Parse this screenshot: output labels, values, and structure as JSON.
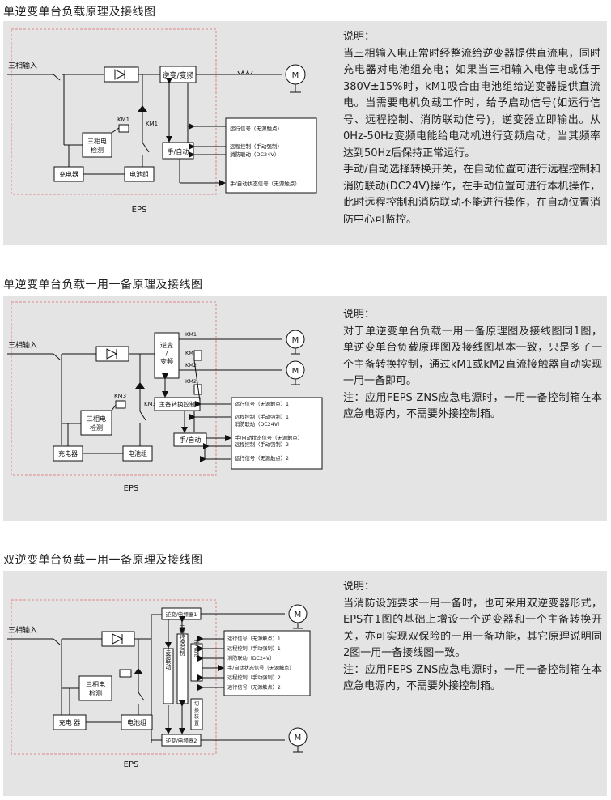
{
  "sections": [
    {
      "title": "单逆变单台负载原理及接线图",
      "diagram": {
        "input": "三相输入",
        "inverter": "逆变/变频",
        "motor": "M",
        "km1": "KM1",
        "km1b": "KM1",
        "detect": [
          "三相电",
          "检测"
        ],
        "manual_auto": "手/自动",
        "charger": "充电器",
        "battery": "电池组",
        "signals": [
          "运行信号（无源触点）",
          "远程控制（手动强制）",
          "消防联动（DC24V）",
          "手/自动状态信号（无源触点）"
        ],
        "eps": "EPS"
      },
      "desc_title": "说明：",
      "desc_paragraphs": [
        "当三相输入电正常时经整流给逆变器提供直流电，同时充电器对电池组充电；如果当三相输入电停电或低于380V±15%时，kM1吸合由电池组给逆变器提供直流电。当需要电机负载工作时，给予启动信号(如运行信号、远程控制、消防联动信号)，逆变器立即输出。从0Hz-50Hz变频电能给电动机进行变频启动，当其频率达到50Hz后保持正常运行。",
        "手动/自动选择转换开关，在自动位置可进行远程控制和消防联动(DC24V)操作，在手动位置可进行本机操作，此时远程控制和消防联动不能进行操作，在自动位置消防中心可监控。"
      ]
    },
    {
      "title": "单逆变单台负载一用一备原理及接线图",
      "diagram": {
        "input": "三相输入",
        "inverter": [
          "逆变",
          "/",
          "变频"
        ],
        "km1": "KM1",
        "km1b": "KM1",
        "km2": "KM2",
        "km2b": "KM2",
        "km3": "KM3",
        "km3b": "KM3",
        "motor": "M",
        "detect": [
          "三相电",
          "检测"
        ],
        "main_switch": "主备转换控制",
        "manual_auto": "手/自动",
        "charger": "充电器",
        "battery": "电池组",
        "signals": [
          "运行信号（无源触点）1",
          "远程控制（手动强制）1",
          "消防联动（DC24V）",
          "手/自动状态信号（无源触点）",
          "远程控制（手动强制）2",
          "运行信号（无源触点）2"
        ],
        "eps": "EPS"
      },
      "desc_title": "说明：",
      "desc_paragraphs": [
        "对于单逆变单台负载一用一备原理图及接线图同1图，单逆变单台负载原理图及接线图基本一致，只是多了一个主备转换控制，通过kM1或kM2直流接触器自动实现一用一备即可。",
        "注：应用FEPS-ZNS应急电源时，一用一备控制箱在本应急电源内，不需要外接控制箱。"
      ]
    },
    {
      "title": "双逆变单台负载一用一备原理及接线图",
      "diagram": {
        "input": "三相输入",
        "inverter1": "逆变/电频器1",
        "inverter2": "逆变/电频器2",
        "motor": "M",
        "detect": [
          "三相电",
          "检测"
        ],
        "main_link": "主备联动",
        "main_switch": "主备转换控制",
        "manual_auto": "手/自动",
        "switch_device": [
          "切",
          "换",
          "装",
          "置"
        ],
        "charger": "充电 器",
        "battery": "电池组",
        "signals": [
          "运行信号（无源触点）1",
          "远程控制（手动强制）1",
          "消防联动（DC24V）",
          "手/自动状态信号（无源触点）",
          "远程控制（手动强制）2",
          "运行信号（无源触点）2"
        ],
        "eps": "EPS"
      },
      "desc_title": "说明：",
      "desc_paragraphs": [
        "当消防设施要求一用一备时，也可采用双逆变器形式，EPS在1图的基础上增设一个逆变器和一个主备转换开关，亦可实现双保险的一用一备功能，其它原理说明同2图一用一备接线图一致。",
        "注：应用FEPS-ZNS应急电源时，一用一备控制箱在本应急电源内，不需要外接控制箱。"
      ]
    }
  ]
}
